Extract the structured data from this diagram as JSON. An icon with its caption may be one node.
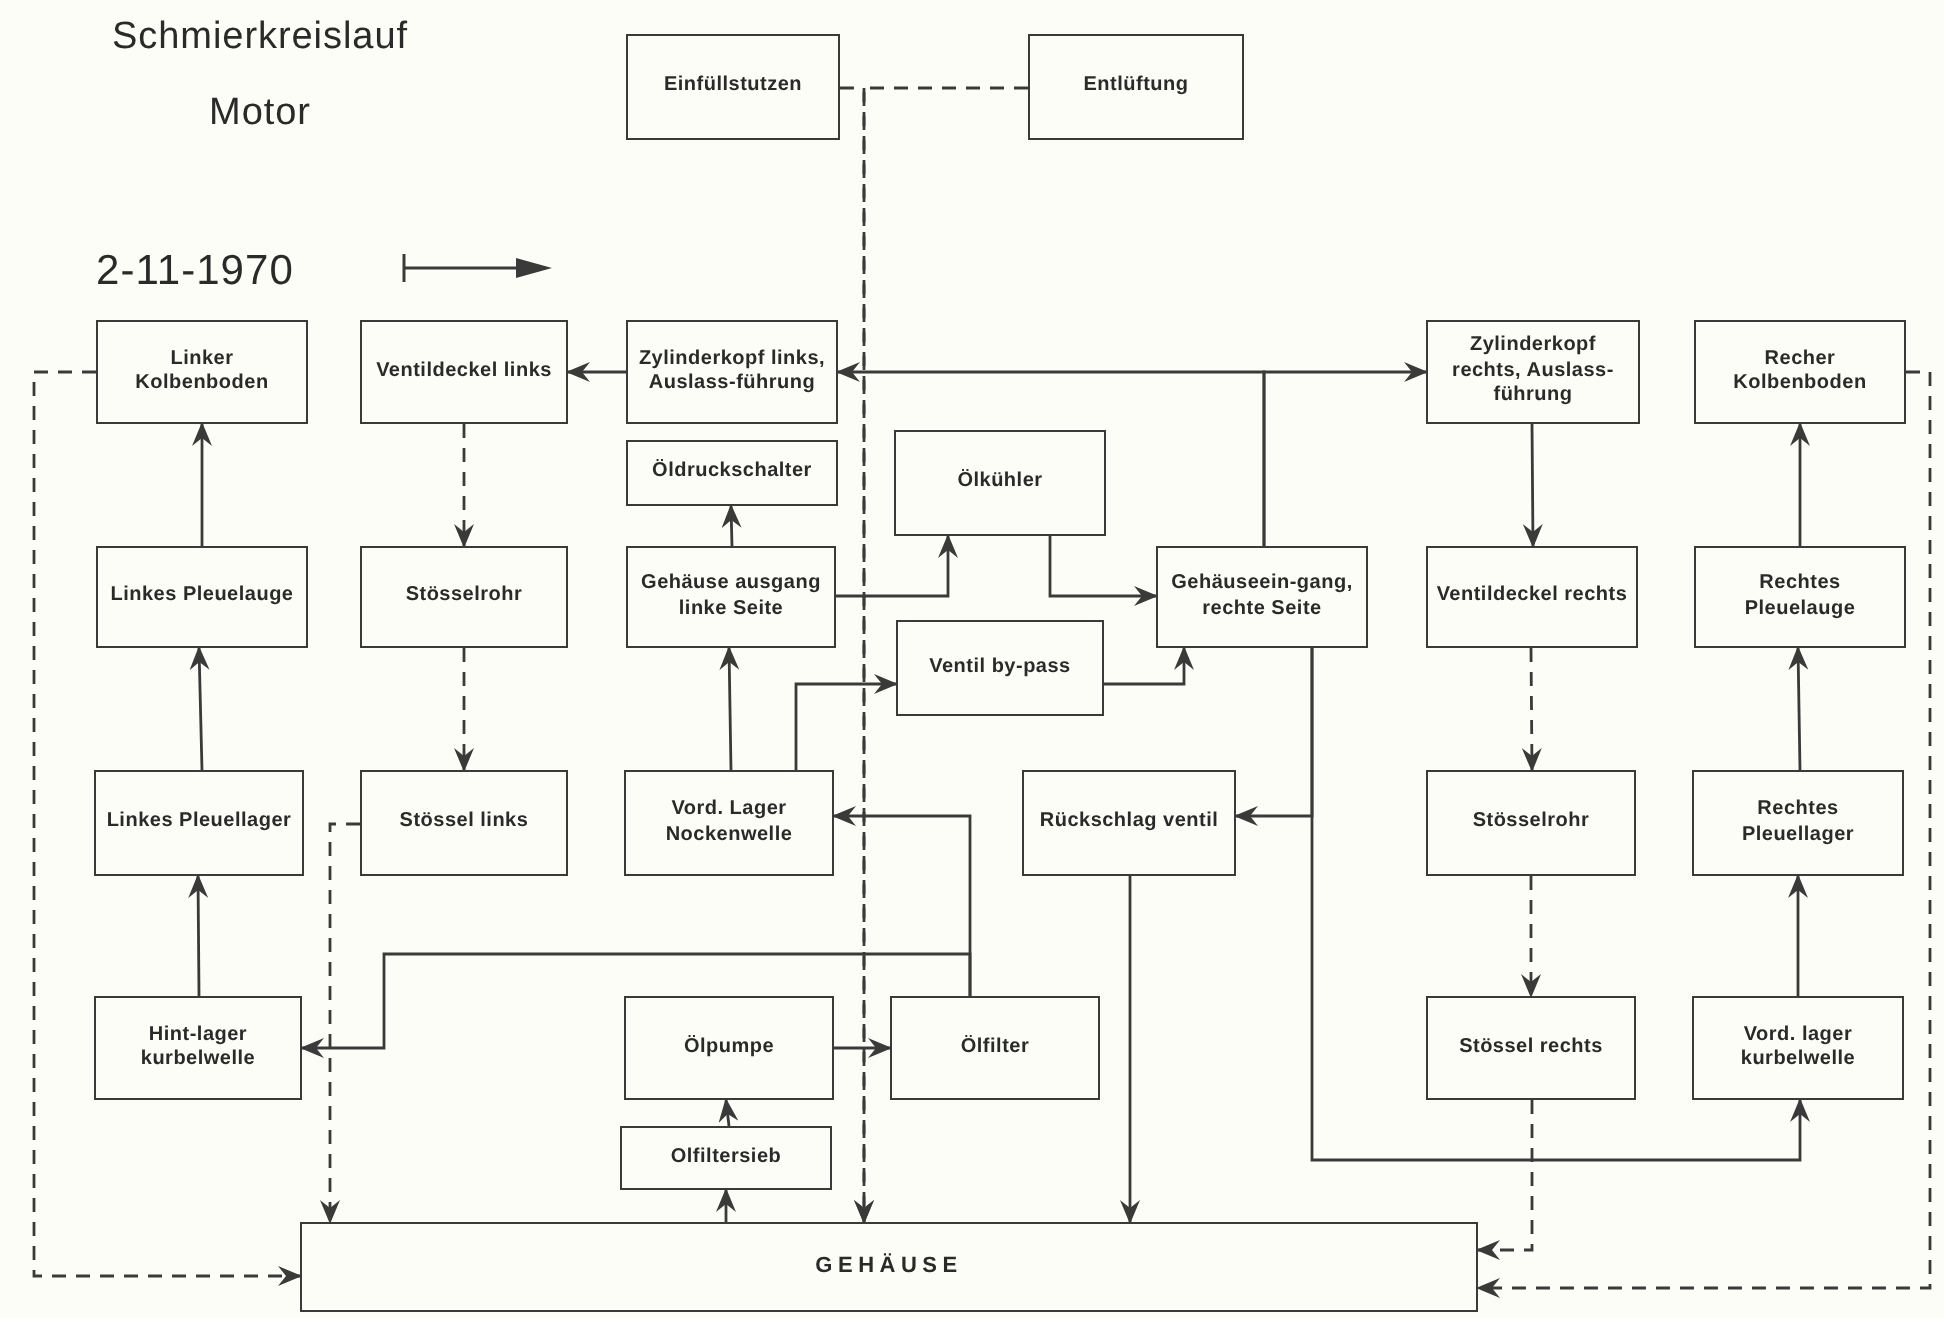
{
  "diagram": {
    "title": "Schmierkreislauf Motor",
    "nodes": [
      {
        "text": [
          "Einfüllstutzen"
        ]
      },
      {
        "text": [
          "Entlüftung"
        ]
      },
      {
        "text": [
          "Linker Kolbenboden"
        ]
      },
      {
        "text": [
          "Ventildeckel links"
        ]
      },
      {
        "text": [
          "Zylinderkopf links, Auslass-führung"
        ]
      },
      {
        "text": [
          "Zylinderkopf rechts, Auslass-führung"
        ]
      },
      {
        "text": [
          "Recher Kolbenboden"
        ]
      },
      {
        "text": [
          "Öldruckschalter"
        ]
      },
      {
        "text": [
          "Ölkühler"
        ]
      },
      {
        "text": [
          "Linkes Pleuelauge"
        ]
      },
      {
        "text": [
          "Stösselrohr"
        ]
      },
      {
        "text": [
          "Gehäuse ausgang linke Seite"
        ]
      },
      {
        "text": [
          "Gehäuseein-gang, rechte Seite"
        ]
      },
      {
        "text": [
          "Ventildeckel rechts"
        ]
      },
      {
        "text": [
          "Rechtes Pleuelauge"
        ]
      },
      {
        "text": [
          "Ventil by-pass"
        ]
      },
      {
        "text": [
          "Linkes Pleuellager"
        ]
      },
      {
        "text": [
          "Stössel links"
        ]
      },
      {
        "text": [
          "Vord. Lager Nockenwelle"
        ]
      },
      {
        "text": [
          "Rückschlag ventil"
        ]
      },
      {
        "text": [
          "Stösselrohr"
        ]
      },
      {
        "text": [
          "Rechtes Pleuellager"
        ]
      },
      {
        "text": [
          "Hint-lager kurbelwelle"
        ]
      },
      {
        "text": [
          "Ölpumpe"
        ]
      },
      {
        "text": [
          "Ölfilter"
        ]
      },
      {
        "text": [
          "Stössel rechts"
        ]
      },
      {
        "text": [
          "Vord. lager kurbelwelle"
        ]
      },
      {
        "text": [
          "Olfiltersieb"
        ]
      },
      {
        "text": [
          "GEHÄUSE"
        ]
      }
    ],
    "edges": [
      {
        "from": 0,
        "to": 28,
        "arrow": "to",
        "style": "dashed"
      },
      {
        "from": 1,
        "to": 28,
        "arrow": "to",
        "style": "dashed"
      },
      {
        "from": 2,
        "to": 28,
        "arrow": "to",
        "style": "dashed"
      },
      {
        "from": 6,
        "to": 28,
        "arrow": "to",
        "style": "dashed"
      },
      {
        "from": 4,
        "to": 3,
        "arrow": "to"
      },
      {
        "from": 12,
        "to": 4,
        "arrow": "to"
      },
      {
        "from": 12,
        "to": 5,
        "arrow": "to"
      },
      {
        "from": 3,
        "to": 10,
        "arrow": "to",
        "style": "dashed"
      },
      {
        "from": 10,
        "to": 17,
        "arrow": "to",
        "style": "dashed"
      },
      {
        "from": 17,
        "to": 28,
        "arrow": "to",
        "style": "dashed"
      },
      {
        "from": 9,
        "to": 2,
        "arrow": "to"
      },
      {
        "from": 16,
        "to": 9,
        "arrow": "to"
      },
      {
        "from": 22,
        "to": 16,
        "arrow": "to"
      },
      {
        "from": 11,
        "to": 7,
        "arrow": "to"
      },
      {
        "from": 18,
        "to": 11,
        "arrow": "to"
      },
      {
        "from": 11,
        "to": 8,
        "arrow": "to"
      },
      {
        "from": 8,
        "to": 12,
        "arrow": "to"
      },
      {
        "from": 18,
        "to": 15,
        "arrow": "to"
      },
      {
        "from": 15,
        "to": 12,
        "arrow": "to"
      },
      {
        "from": 12,
        "to": 19,
        "arrow": "to"
      },
      {
        "from": 12,
        "to": 26,
        "arrow": "to"
      },
      {
        "from": 19,
        "to": 28,
        "arrow": "to"
      },
      {
        "from": 24,
        "to": 18,
        "arrow": "to"
      },
      {
        "from": 24,
        "to": 22,
        "arrow": "to"
      },
      {
        "from": 23,
        "to": 24,
        "arrow": "to"
      },
      {
        "from": 27,
        "to": 23,
        "arrow": "to"
      },
      {
        "from": 28,
        "to": 27,
        "arrow": "to"
      },
      {
        "from": 13,
        "to": 20,
        "arrow": "to",
        "style": "dashed"
      },
      {
        "from": 5,
        "to": 13,
        "arrow": "to"
      },
      {
        "from": 20,
        "to": 25,
        "arrow": "to",
        "style": "dashed"
      },
      {
        "from": 25,
        "to": 28,
        "arrow": "to",
        "style": "dashed"
      },
      {
        "from": 26,
        "to": 21,
        "arrow": "to"
      },
      {
        "from": 21,
        "to": 14,
        "arrow": "to"
      },
      {
        "from": 14,
        "to": 6,
        "arrow": "to"
      }
    ],
    "labels": [
      "2-11-1970"
    ]
  }
}
